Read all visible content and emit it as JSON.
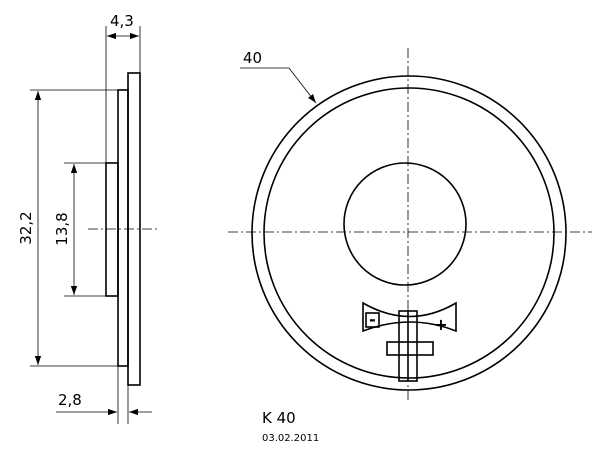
{
  "dimensions": {
    "total_thickness": "4,3",
    "outer_height": "32,2",
    "inner_height": "13,8",
    "body_thickness": "2,8",
    "diameter_callout": "40"
  },
  "terminals": {
    "negative": "-",
    "positive": "+"
  },
  "title_block": {
    "name": "K 40",
    "date": "03.02.2011"
  }
}
